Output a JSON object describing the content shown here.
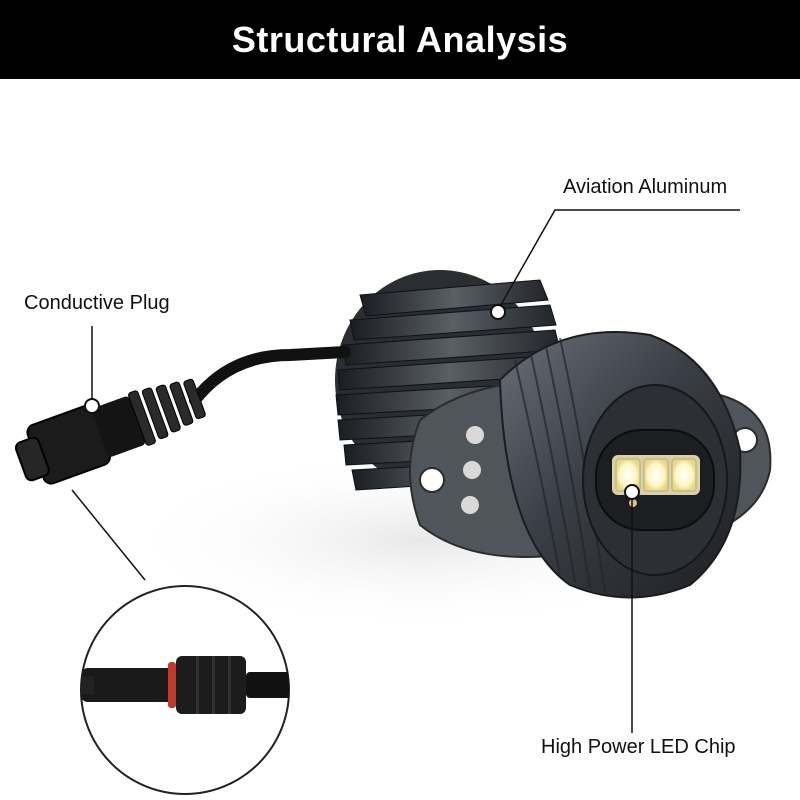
{
  "header": {
    "title": "Structural Analysis"
  },
  "callouts": {
    "aviation_aluminum": "Aviation Aluminum",
    "conductive_plug": "Conductive Plug",
    "led_chip": "High Power LED Chip"
  },
  "colors": {
    "header_bg": "#000000",
    "header_text": "#ffffff",
    "leader_line": "#111111"
  }
}
